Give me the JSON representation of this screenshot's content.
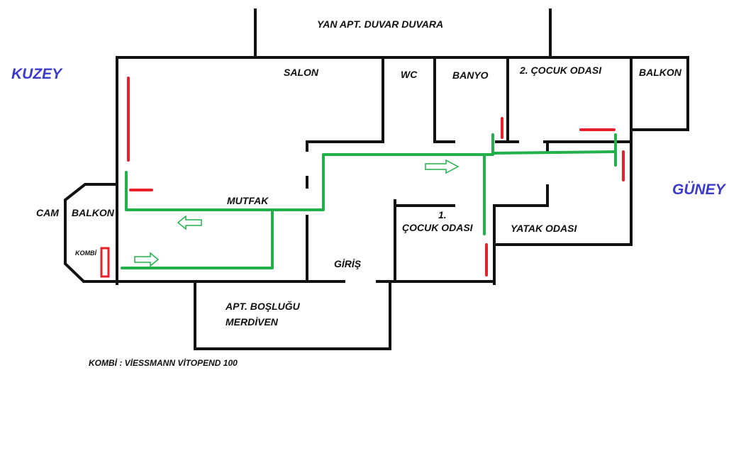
{
  "labels": {
    "neighbor": "YAN APT. DUVAR DUVARA",
    "north": "KUZEY",
    "south": "GÜNEY",
    "salon": "SALON",
    "wc": "WC",
    "banyo": "BANYO",
    "child2": "2. ÇOCUK ODASI",
    "balkon_right": "BALKON",
    "cam": "CAM",
    "balkon_left": "BALKON",
    "mutfak": "MUTFAK",
    "child1_line1": "1.",
    "child1_line2": "ÇOCUK ODASI",
    "yatak": "YATAK ODASI",
    "kombi_small": "KOMBİ",
    "giris": "GİRİŞ",
    "stair_line1": "APT. BOŞLUĞU",
    "stair_line2": "MERDİVEN",
    "boiler_note": "KOMBİ : VİESSMANN VİTOPEND 100"
  },
  "colors": {
    "compass": "#3a3acc",
    "wall": "#111111",
    "pipe": "#22b04a",
    "radiator": "#e8202a"
  }
}
